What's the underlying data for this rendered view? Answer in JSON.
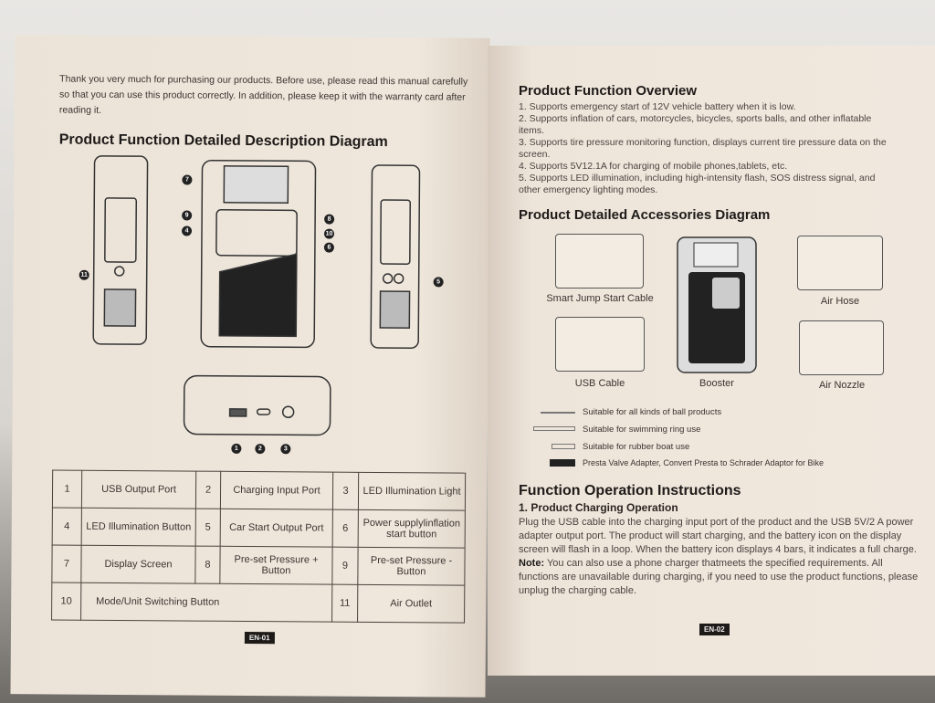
{
  "left_page": {
    "intro": "Thank you very much for purchasing our products. Before use, please read this manual carefully so that you can use this product correctly. In addition, please keep it with the warranty card after reading it.",
    "heading": "Product Function Detailed Description Diagram",
    "callouts": [
      "1",
      "2",
      "3",
      "4",
      "5",
      "6",
      "7",
      "8",
      "9",
      "10",
      "11"
    ],
    "table": [
      [
        {
          "n": "1",
          "t": "USB Output Port"
        },
        {
          "n": "2",
          "t": "Charging Input Port"
        },
        {
          "n": "3",
          "t": "LED Illumination Light"
        }
      ],
      [
        {
          "n": "4",
          "t": "LED Illumination Button"
        },
        {
          "n": "5",
          "t": "Car Start Output Port"
        },
        {
          "n": "6",
          "t": "Power supplylinflation start button"
        }
      ],
      [
        {
          "n": "7",
          "t": "Display Screen"
        },
        {
          "n": "8",
          "t": "Pre-set Pressure + Button"
        },
        {
          "n": "9",
          "t": "Pre-set Pressure - Button"
        }
      ],
      [
        {
          "n": "10",
          "t": "Mode/Unit  Switching Button"
        },
        {
          "n": "11",
          "t": "Air Outlet"
        }
      ]
    ],
    "page_label": "EN-01"
  },
  "right_page": {
    "overview_heading": "Product Function Overview",
    "overview": [
      "1. Supports emergency start of 12V vehicle battery when it is low.",
      "2. Supports inflation of cars, motorcycles, bicycles, sports balls, and other inflatable items.",
      "3. Supports tire pressure monitoring function, displays current tire pressure data on the screen.",
      "4. Supports 5V12.1A for charging of mobile phones,tablets, etc.",
      "5. Supports LED illumination, including high-intensity flash, SOS distress signal, and other emergency lighting modes."
    ],
    "accessories_heading": "Product Detailed Accessories Diagram",
    "accessories": [
      "Smart Jump Start Cable",
      "Air Hose",
      "USB Cable",
      "Booster",
      "Air Nozzle"
    ],
    "nozzles": [
      "Suitable for all kinds of ball products",
      "Suitable for swimming ring use",
      "Suitable for rubber boat use",
      "Presta Valve Adapter, Convert Presta to Schrader Adaptor for Bike"
    ],
    "instructions_heading": "Function Operation Instructions",
    "sub_heading": "1. Product Charging Operation",
    "body": "Plug the USB cable into the charging input port of the product and the USB 5V/2 A power  adapter output port. The product will start charging, and the battery icon on the display  screen will flash in a loop. When the battery icon displays 4 bars, it indicates a full charge.",
    "note_label": "Note:",
    "note": " You can also use a phone charger thatmeets the specified requirements. All functions are unavailable during charging, if you need to use the product functions, please unplug the charging cable.",
    "page_label": "EN-02"
  }
}
